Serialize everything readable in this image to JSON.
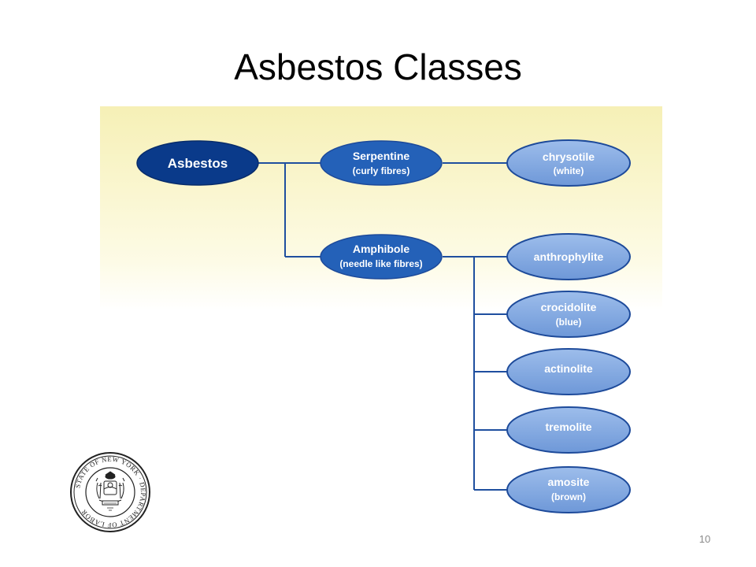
{
  "slide": {
    "title": "Asbestos Classes",
    "page_number": "10"
  },
  "diagram": {
    "root": {
      "label": "Asbestos"
    },
    "classes": [
      {
        "name": "Serpentine",
        "note": "(curly fibres)",
        "minerals": [
          {
            "name": "chrysotile",
            "note": "(white)"
          }
        ]
      },
      {
        "name": "Amphibole",
        "note": "(needle like fibres)",
        "minerals": [
          {
            "name": "anthrophylite",
            "note": ""
          },
          {
            "name": "crocidolite",
            "note": "(blue)"
          },
          {
            "name": "actinolite",
            "note": ""
          },
          {
            "name": "tremolite",
            "note": ""
          },
          {
            "name": "amosite",
            "note": "(brown)"
          }
        ]
      }
    ]
  },
  "seal": {
    "outer_text": "STATE OF NEW YORK · DEPARTMENT OF LABOR"
  },
  "colors": {
    "root_fill": "#0a3a8a",
    "class_fill": "#2461b8",
    "mineral_fill": "#7fa6e0",
    "outline": "#1d4a9a",
    "connector": "#1f4f9f",
    "panel_top": "#f6f0b6",
    "panel_bottom": "#ffffff"
  }
}
